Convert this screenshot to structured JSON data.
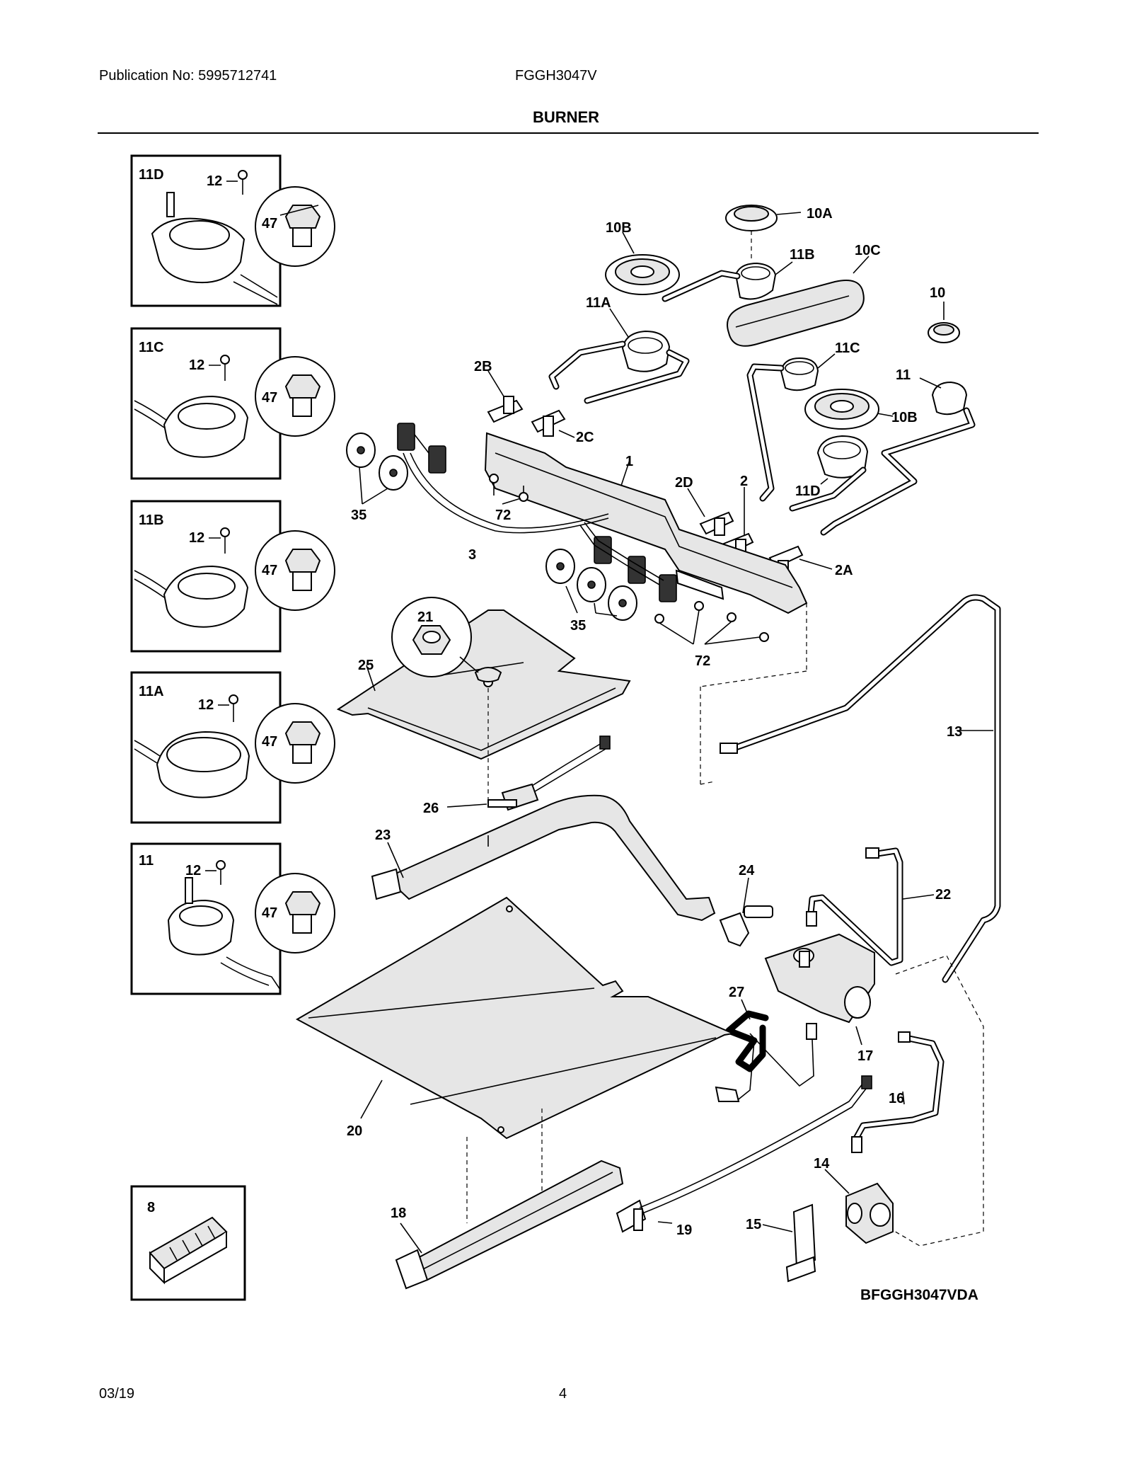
{
  "header": {
    "publication": "Publication No: 5995712741",
    "model": "FGGH3047V",
    "title": "BURNER"
  },
  "footer": {
    "date": "03/19",
    "page": "4"
  },
  "diagram_code": "BFGGH3047VDA",
  "inset_boxes": [
    {
      "label": "11D",
      "screw": "12",
      "cap": "47"
    },
    {
      "label": "11C",
      "screw": "12",
      "cap": "47"
    },
    {
      "label": "11B",
      "screw": "12",
      "cap": "47"
    },
    {
      "label": "11A",
      "screw": "12",
      "cap": "47"
    },
    {
      "label": "11",
      "screw": "12",
      "cap": "47"
    },
    {
      "label": "8"
    }
  ],
  "callouts": {
    "p10A": "10A",
    "p10B": "10B",
    "p11B": "11B",
    "p10C": "10C",
    "p11A": "11A",
    "p10": "10",
    "p11C": "11C",
    "p2B": "2B",
    "p11": "11",
    "p10B2": "10B",
    "p2C": "2C",
    "p1": "1",
    "p2D": "2D",
    "p2": "2",
    "p11D": "11D",
    "p35a": "35",
    "p72a": "72",
    "p3": "3",
    "p2A": "2A",
    "p21": "21",
    "p25": "25",
    "p35b": "35",
    "p72b": "72",
    "p13": "13",
    "p26": "26",
    "p23": "23",
    "p24": "24",
    "p22": "22",
    "p27": "27",
    "p17": "17",
    "p16": "16",
    "p20": "20",
    "p14": "14",
    "p18": "18",
    "p19": "19",
    "p15": "15"
  }
}
